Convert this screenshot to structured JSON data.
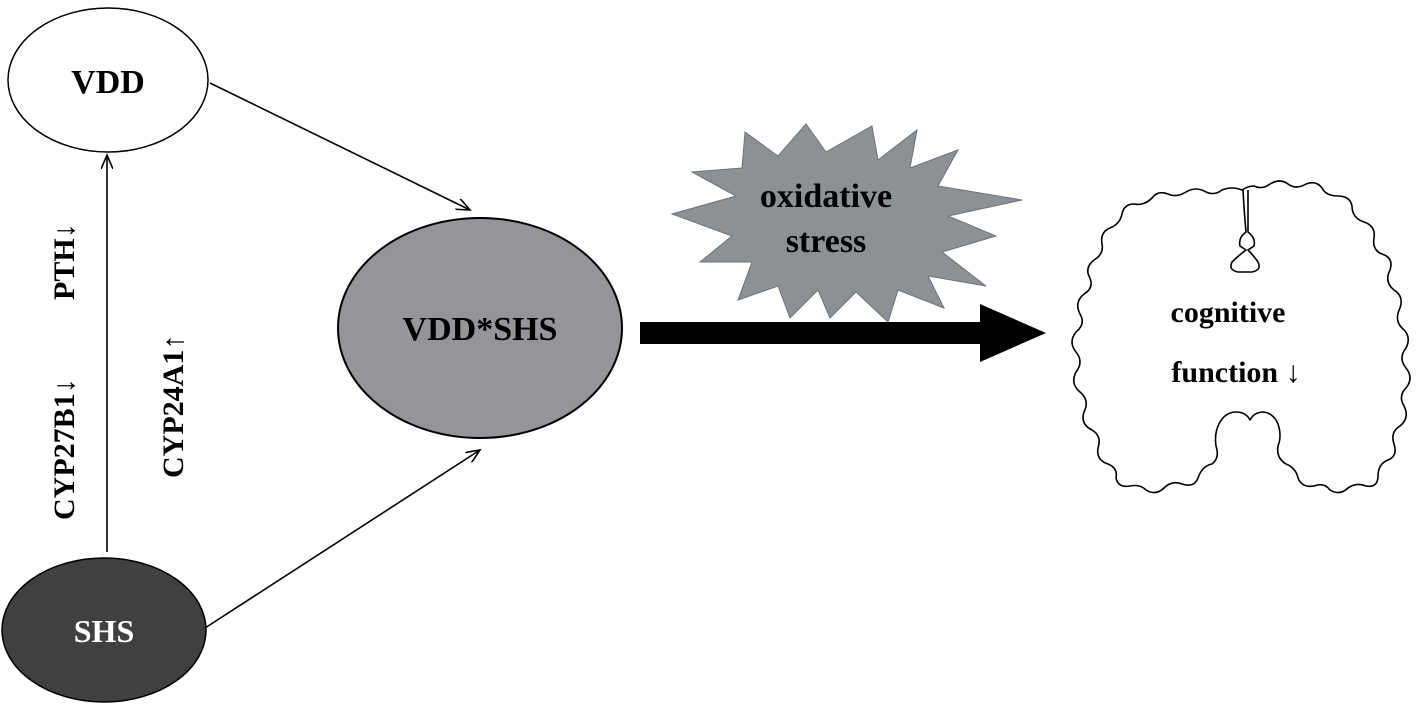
{
  "nodes": {
    "vdd": "VDD",
    "shs": "SHS",
    "interaction": "VDD*SHS",
    "oxidative_line1": "oxidative",
    "oxidative_line2": "stress",
    "cognitive_line1": "cognitive",
    "cognitive_line2": "function ↓"
  },
  "side_labels": {
    "cyp27b1": "CYP27B1↓",
    "pth": "PTH↓",
    "cyp24a1": "CYP24A1↑"
  },
  "colors": {
    "interaction_fill": "#939598",
    "shs_fill": "#404040",
    "star_fill": "#8c9196",
    "arrow": "#000000"
  }
}
